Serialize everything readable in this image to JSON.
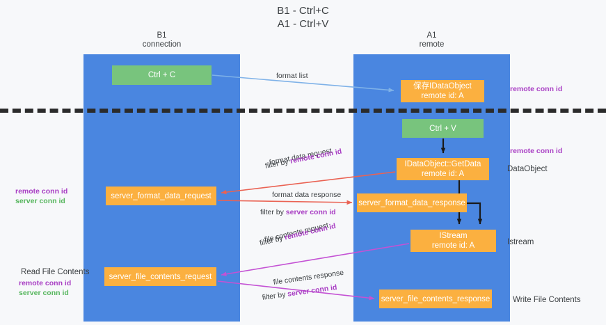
{
  "title": {
    "line1": "B1 - Ctrl+C",
    "line2": "A1 - Ctrl+V"
  },
  "lanes": [
    {
      "name": "B1",
      "sub": "connection"
    },
    {
      "name": "A1",
      "sub": "remote"
    }
  ],
  "nodes": {
    "ctrl_c": {
      "line1": "Ctrl + C"
    },
    "idataobject": {
      "line1": "保存IDataObject",
      "line2": "remote id: A"
    },
    "ctrl_v": {
      "line1": "Ctrl + V"
    },
    "getdata": {
      "line1": "IDataObject::GetData",
      "line2": "remote id: A"
    },
    "sfd_request": {
      "line1": "server_format_data_request"
    },
    "sfd_response": {
      "line1": "server_format_data_response"
    },
    "istream": {
      "line1": "IStream",
      "line2": "remote id: A"
    },
    "sfc_request": {
      "line1": "server_file_contents_request"
    },
    "sfc_response": {
      "line1": "server_file_contents_response"
    }
  },
  "side_labels": {
    "dataobject": "DataObject",
    "istream": "Istream",
    "write_file_contents": "Write File Contents",
    "read_file_contents": "Read File Contents"
  },
  "annotations": {
    "remote_conn_id": "remote conn id",
    "server_conn_id": "server conn id"
  },
  "edges": {
    "format_list": "format list",
    "format_data_request": "format data request",
    "filter_by_prefix": "filter by",
    "format_data_response": "format data response",
    "file_contents_request": "file contents request",
    "file_contents_response": "file contents response"
  },
  "colors": {
    "lane": "#4a86e0",
    "green_node": "#78c47d",
    "orange_node": "#fbb040",
    "purple_text": "#a93fc4",
    "green_text": "#57b65e",
    "red_arrow": "#ea6253",
    "magenta_arrow": "#c452d4",
    "blue_arrow": "#7fb2e8",
    "black_arrow": "#1a1a1a",
    "divider": "#2b2b2b",
    "background": "#f7f8fa"
  }
}
